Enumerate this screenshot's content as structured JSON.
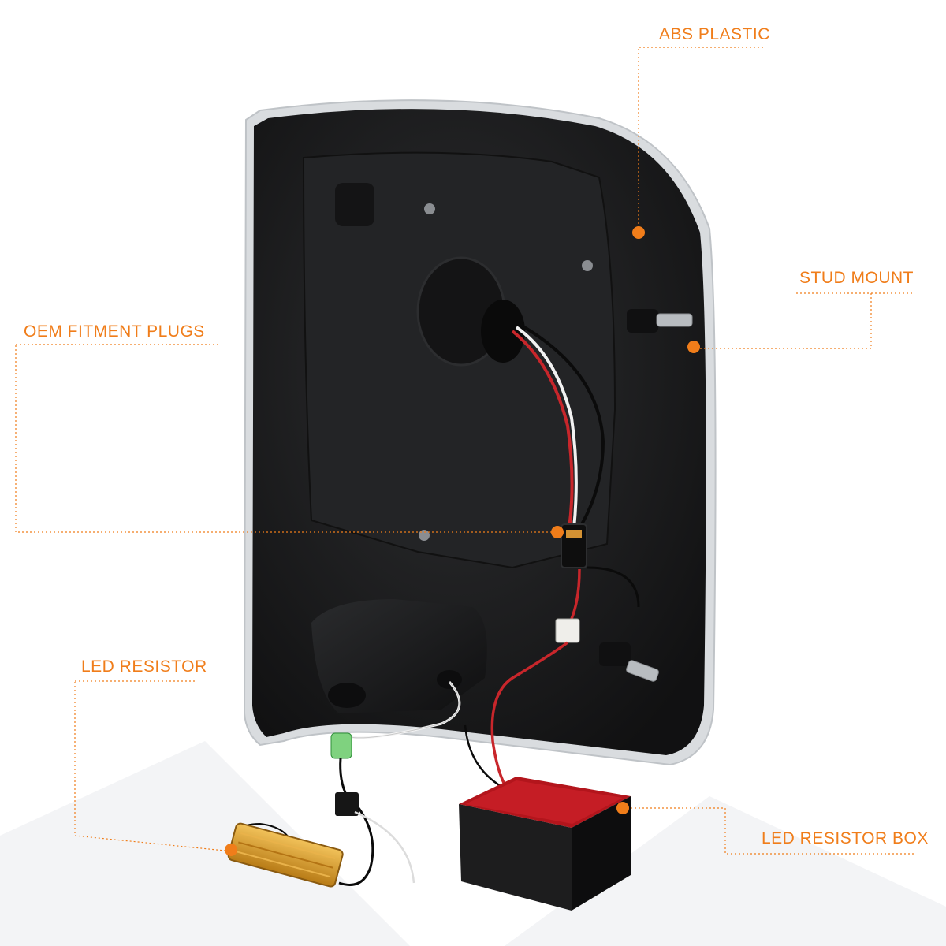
{
  "accent_color": "#f07d1a",
  "product": {
    "lamp_housing_color": "#1b1b1c",
    "chrome_trim_color": "#d6d9dc",
    "resistor_color": "#d29a2a",
    "resistor_box_top_color": "#c21d24"
  },
  "callouts": {
    "abs_plastic": "ABS PLASTIC",
    "stud_mount": "STUD MOUNT",
    "oem_fitment_plugs": "OEM FITMENT PLUGS",
    "led_resistor": "LED RESISTOR",
    "led_resistor_box": "LED RESISTOR BOX"
  }
}
